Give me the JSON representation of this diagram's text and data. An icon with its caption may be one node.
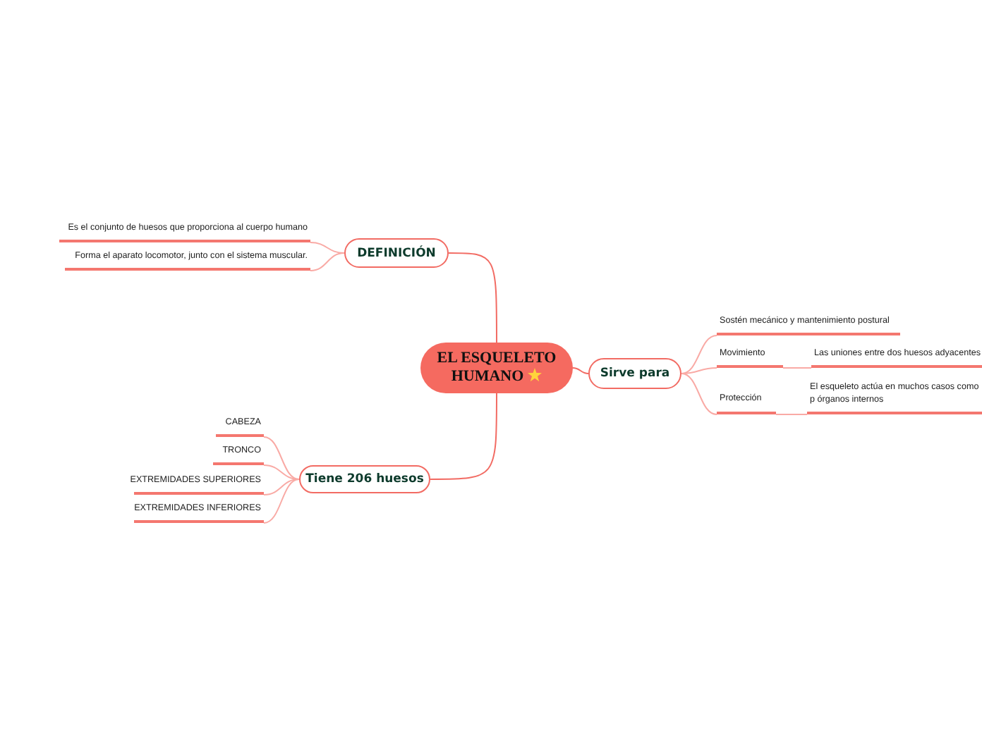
{
  "diagram": {
    "nodes": [
      {
        "text": [
          "EL ESQUELETO HUMANO"
        ]
      },
      {
        "text": [
          "DEFINICIÓN"
        ]
      },
      {
        "text": [
          "Es el conjunto de huesos que proporciona al cuerpo humano"
        ]
      },
      {
        "text": [
          "Forma el aparato locomotor, junto con el sistema muscular."
        ]
      },
      {
        "text": [
          "Sirve para"
        ]
      },
      {
        "text": [
          "Sostén mecánico y mantenimiento postural"
        ]
      },
      {
        "text": [
          "Movimiento"
        ]
      },
      {
        "text": [
          "Las uniones entre dos huesos adyacentes"
        ]
      },
      {
        "text": [
          "Protección"
        ]
      },
      {
        "text": [
          "El esqueleto actúa en muchos casos como p órganos internos"
        ]
      },
      {
        "text": [
          "Tiene 206 huesos"
        ]
      },
      {
        "text": [
          "CABEZA"
        ]
      },
      {
        "text": [
          "TRONCO"
        ]
      },
      {
        "text": [
          "EXTREMIDADES SUPERIORES"
        ]
      },
      {
        "text": [
          "EXTREMIDADES INFERIORES"
        ]
      }
    ],
    "edges": [
      {
        "from": 0,
        "to": 1,
        "arrow": "none"
      },
      {
        "from": 1,
        "to": 2,
        "arrow": "none"
      },
      {
        "from": 1,
        "to": 3,
        "arrow": "none"
      },
      {
        "from": 0,
        "to": 4,
        "arrow": "none"
      },
      {
        "from": 4,
        "to": 5,
        "arrow": "none"
      },
      {
        "from": 4,
        "to": 6,
        "arrow": "none"
      },
      {
        "from": 6,
        "to": 7,
        "arrow": "none"
      },
      {
        "from": 4,
        "to": 8,
        "arrow": "none"
      },
      {
        "from": 8,
        "to": 9,
        "arrow": "none"
      },
      {
        "from": 0,
        "to": 10,
        "arrow": "none"
      },
      {
        "from": 10,
        "to": 11,
        "arrow": "none"
      },
      {
        "from": 10,
        "to": 12,
        "arrow": "none"
      },
      {
        "from": 10,
        "to": 13,
        "arrow": "none"
      },
      {
        "from": 10,
        "to": 14,
        "arrow": "none"
      }
    ]
  }
}
